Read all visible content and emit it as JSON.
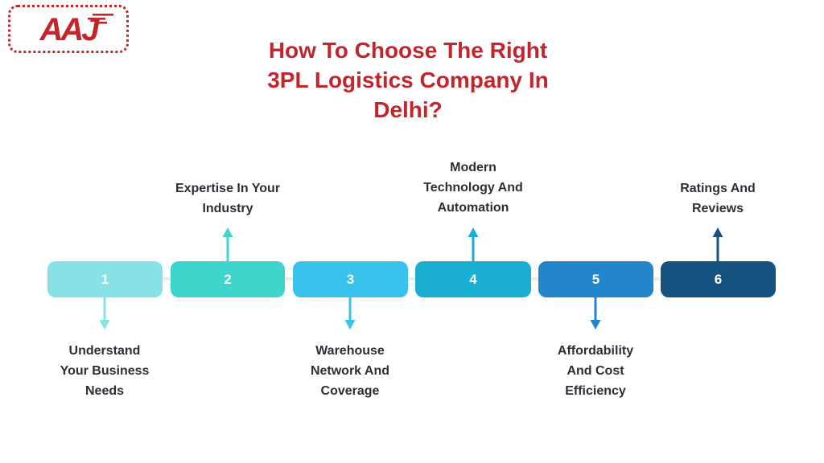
{
  "logo": {
    "text": "AAJ",
    "color": "#c0262c"
  },
  "title": {
    "lines": [
      "How To Choose The Right",
      "3PL Logistics Company In",
      "Delhi?"
    ],
    "color": "#c0262c"
  },
  "text_color": "#2e2e36",
  "steps": [
    {
      "number": "1",
      "label_lines": [
        "Understand",
        "Your Business",
        "Needs"
      ],
      "label_position": "below",
      "color": "#87e2e6"
    },
    {
      "number": "2",
      "label_lines": [
        "Expertise In Your",
        "Industry"
      ],
      "label_position": "above",
      "color": "#3ed6cc"
    },
    {
      "number": "3",
      "label_lines": [
        "Warehouse",
        "Network And",
        "Coverage"
      ],
      "label_position": "below",
      "color": "#39c2ec"
    },
    {
      "number": "4",
      "label_lines": [
        "Modern",
        "Technology And",
        "Automation"
      ],
      "label_position": "above",
      "color": "#1aaed2"
    },
    {
      "number": "5",
      "label_lines": [
        "Affordability",
        "And Cost",
        "Efficiency"
      ],
      "label_position": "below",
      "color": "#2385cc"
    },
    {
      "number": "6",
      "label_lines": [
        "Ratings And",
        "Reviews"
      ],
      "label_position": "above",
      "color": "#15527f"
    }
  ]
}
